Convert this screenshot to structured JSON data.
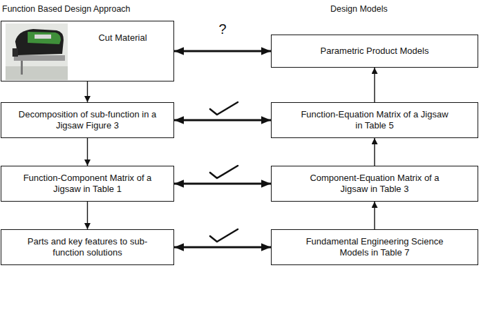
{
  "diagram": {
    "nodes": [
      {
        "text": [
          "Cut Material"
        ]
      },
      {
        "text": [
          "Parametric Product Models"
        ]
      },
      {
        "text": [
          "Decomposition of sub-function in a Jigsaw Figure 3"
        ]
      },
      {
        "text": [
          "Function-Equation Matrix of a Jigsaw in Table 5"
        ]
      },
      {
        "text": [
          "Function-Component Matrix of a Jigsaw in Table 1"
        ]
      },
      {
        "text": [
          "Component-Equation Matrix of a Jigsaw in Table 3"
        ]
      },
      {
        "text": [
          "Parts and key features to sub-function solutions"
        ]
      },
      {
        "text": [
          "Fundamental Engineering Science Models in Table 7"
        ]
      }
    ],
    "edges": [
      {
        "from": 0,
        "to": 2,
        "arrow": "to"
      },
      {
        "from": 2,
        "to": 4,
        "arrow": "to"
      },
      {
        "from": 4,
        "to": 6,
        "arrow": "to"
      },
      {
        "from": 7,
        "to": 5,
        "arrow": "to"
      },
      {
        "from": 5,
        "to": 3,
        "arrow": "to"
      },
      {
        "from": 3,
        "to": 1,
        "arrow": "to"
      },
      {
        "from": 0,
        "to": 1,
        "label": "?",
        "arrow": "both"
      },
      {
        "from": 2,
        "to": 3,
        "arrow": "both"
      },
      {
        "from": 4,
        "to": 5,
        "arrow": "both"
      },
      {
        "from": 6,
        "to": 7,
        "arrow": "both"
      }
    ],
    "labels": [
      "Function Based Design Approach",
      "Design Models"
    ]
  }
}
